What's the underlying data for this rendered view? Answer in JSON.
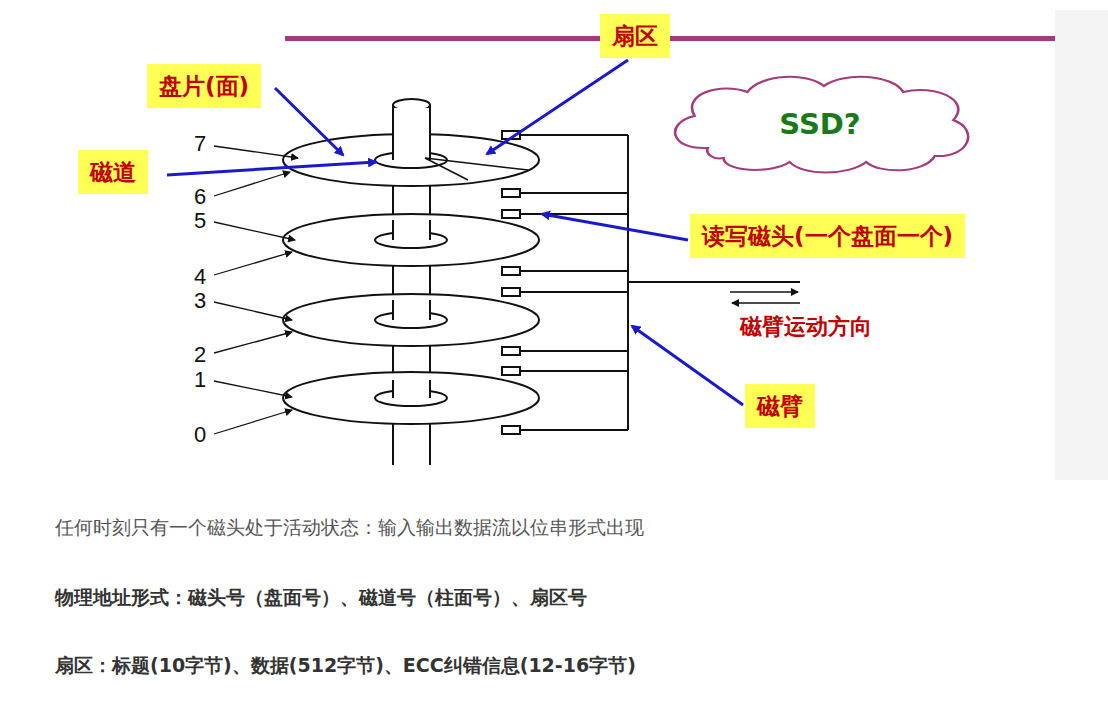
{
  "diagram": {
    "nodes": [
      {
        "text": [
          "扇区"
        ]
      },
      {
        "text": [
          "盘片(面)"
        ]
      },
      {
        "text": [
          "磁道"
        ]
      },
      {
        "text": [
          "SSD?"
        ]
      },
      {
        "text": [
          "读写磁头(一个盘面一个)"
        ]
      },
      {
        "text": [
          "磁臂"
        ]
      }
    ],
    "labels": [
      "7",
      "6",
      "5",
      "4",
      "3",
      "2",
      "1",
      "0",
      "磁臂运动方向",
      "任何时刻只有一个磁头处于活动状态：输入输出数据流以位串形式出现",
      "物理地址形式：磁头号（盘面号）、磁道号（柱面号）、扇区号",
      "扇区：标题(10字节)、数据(512字节)、ECC纠错信息(12-16字节)"
    ]
  }
}
